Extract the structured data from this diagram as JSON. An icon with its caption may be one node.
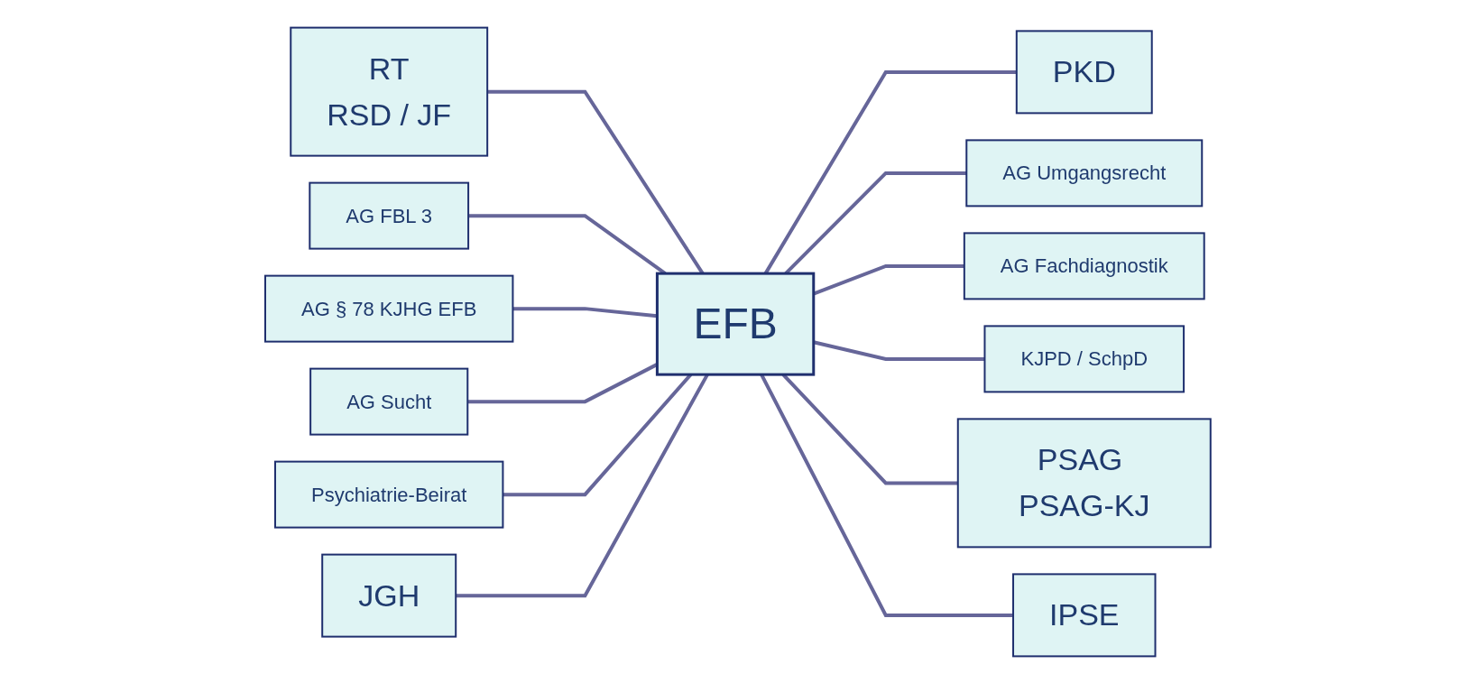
{
  "diagram": {
    "nodes": [
      {
        "text": [
          "RT",
          "RSD / JF"
        ]
      },
      {
        "text": [
          "AG FBL 3"
        ]
      },
      {
        "text": [
          "PKD"
        ]
      },
      {
        "text": [
          "AG § 78 KJHG EFB"
        ]
      },
      {
        "text": [
          "AG Umgangsrecht"
        ]
      },
      {
        "text": [
          "AG Sucht"
        ]
      },
      {
        "text": [
          "EFB"
        ]
      },
      {
        "text": [
          "AG Fachdiagnostik"
        ]
      },
      {
        "text": [
          "Psychiatrie-Beirat"
        ]
      },
      {
        "text": [
          "KJPD / SchpD"
        ]
      },
      {
        "text": [
          "JGH"
        ]
      },
      {
        "text": [
          "PSAG PSAG-KJ"
        ]
      },
      {
        "text": [
          "IPSE"
        ]
      }
    ],
    "edges": [
      {
        "from": 0,
        "to": 6,
        "arrow": "none"
      },
      {
        "from": 1,
        "to": 6,
        "arrow": "none"
      },
      {
        "from": 6,
        "to": 2,
        "arrow": "none"
      },
      {
        "from": 3,
        "to": 6,
        "arrow": "none"
      },
      {
        "from": 6,
        "to": 4,
        "arrow": "none"
      },
      {
        "from": 5,
        "to": 6,
        "arrow": "none"
      },
      {
        "from": 6,
        "to": 7,
        "arrow": "none"
      },
      {
        "from": 8,
        "to": 6,
        "arrow": "none"
      },
      {
        "from": 6,
        "to": 9,
        "arrow": "none"
      },
      {
        "from": 10,
        "to": 6,
        "arrow": "none"
      },
      {
        "from": 6,
        "to": 11,
        "arrow": "none"
      },
      {
        "from": 6,
        "to": 12,
        "arrow": "none"
      }
    ]
  }
}
